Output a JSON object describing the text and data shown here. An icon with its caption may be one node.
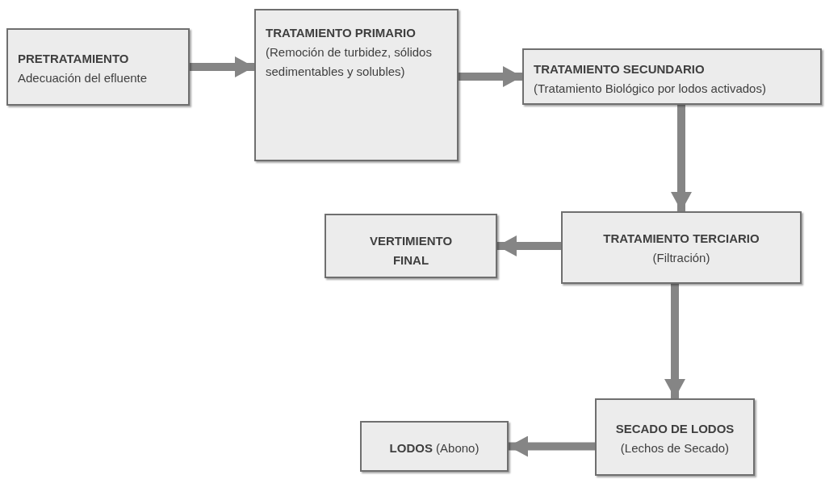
{
  "diagram": {
    "nodes": [
      {
        "text": [
          "PRETRATAMIENTO",
          "Adecuación del efluente"
        ]
      },
      {
        "text": [
          "TRATAMIENTO PRIMARIO",
          "(Remoción de turbidez, sólidos sedimentables y solubles)"
        ]
      },
      {
        "text": [
          "TRATAMIENTO SECUNDARIO",
          "(Tratamiento Biológico por  lodos activados)"
        ]
      },
      {
        "text": [
          "VERTIMIENTO FINAL"
        ]
      },
      {
        "text": [
          "TRATAMIENTO TERCIARIO",
          "(Filtración)"
        ]
      },
      {
        "text": [
          "SECADO DE LODOS",
          "(Lechos de Secado)"
        ]
      },
      {
        "text": [
          "**LODOS** (Abono)"
        ]
      }
    ],
    "edges": [
      {
        "from": 0,
        "to": 1,
        "arrow": "to"
      },
      {
        "from": 1,
        "to": 2,
        "arrow": "to"
      },
      {
        "from": 2,
        "to": 4,
        "arrow": "to"
      },
      {
        "from": 4,
        "to": 3,
        "arrow": "to"
      },
      {
        "from": 4,
        "to": 5,
        "arrow": "to"
      },
      {
        "from": 5,
        "to": 6,
        "arrow": "to"
      }
    ]
  }
}
